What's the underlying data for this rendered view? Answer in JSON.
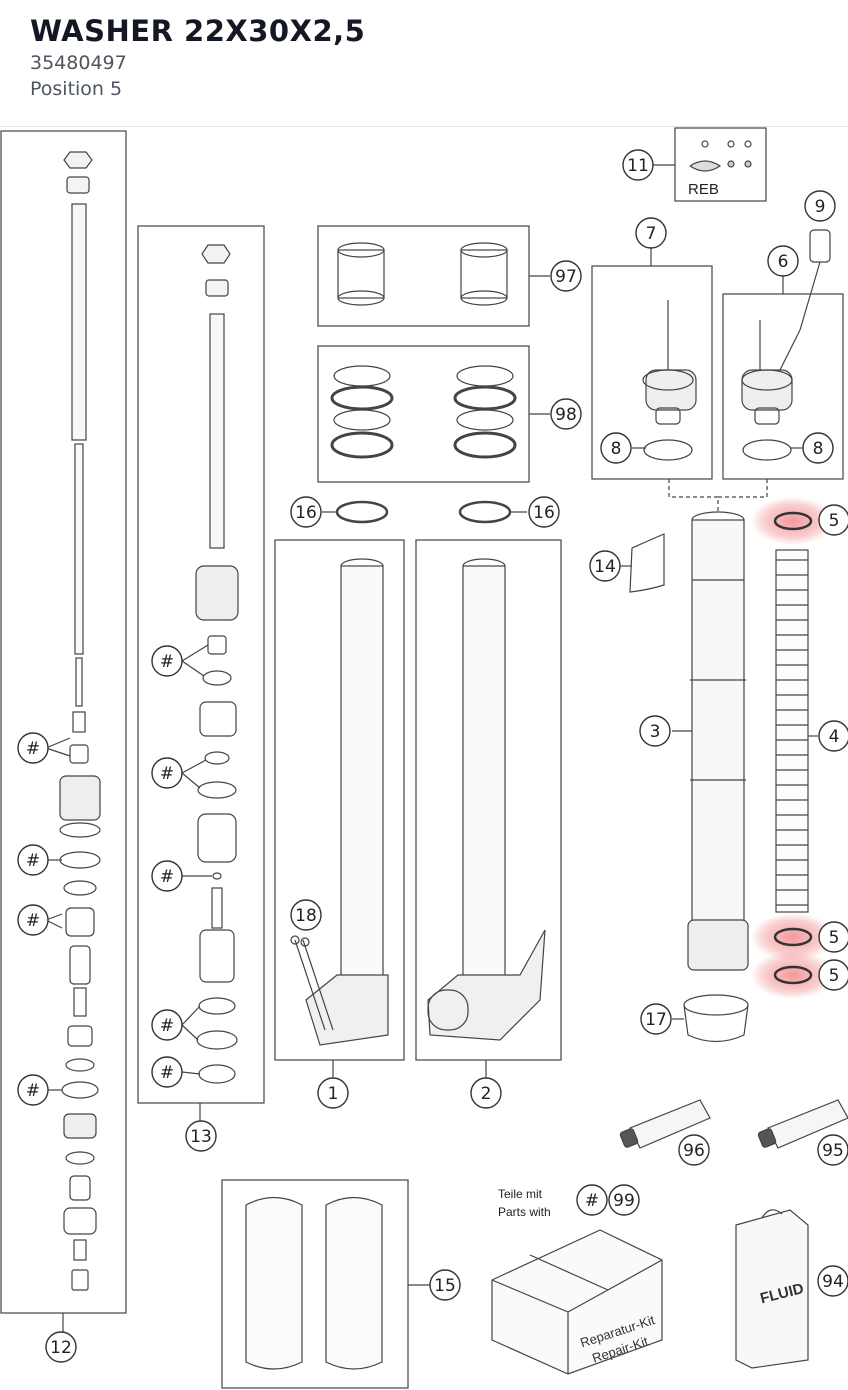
{
  "header": {
    "title": "WASHER 22X30X2,5",
    "part_number": "35480497",
    "position": "Position 5"
  },
  "diagram": {
    "callouts": {
      "c1": "1",
      "c2": "2",
      "c3": "3",
      "c4": "4",
      "c5": "5",
      "c6": "6",
      "c7": "7",
      "c8": "8",
      "c9": "9",
      "c11": "11",
      "c12": "12",
      "c13": "13",
      "c14": "14",
      "c15": "15",
      "c16": "16",
      "c17": "17",
      "c18": "18",
      "c94": "94",
      "c95": "95",
      "c96": "96",
      "c97": "97",
      "c98": "98",
      "c99": "99",
      "hash": "#"
    },
    "reb_label": "REB",
    "kit_note_de": "Teile mit",
    "kit_note_en": "Parts with",
    "box_label_de": "Reparatur-Kit",
    "box_label_en": "Repair-Kit",
    "can_label": "FLUID",
    "highlight_color": "#e8474a"
  }
}
